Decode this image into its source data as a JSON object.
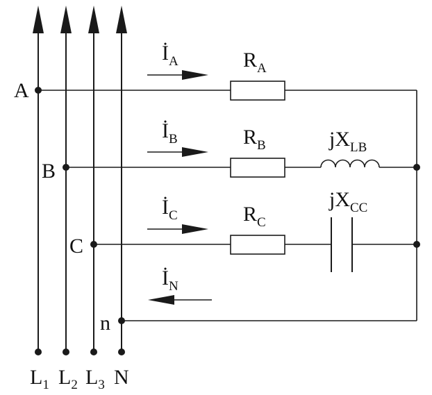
{
  "lines": {
    "l1": {
      "base": "L",
      "sub": "1"
    },
    "l2": {
      "base": "L",
      "sub": "2"
    },
    "l3": {
      "base": "L",
      "sub": "3"
    },
    "n": {
      "base": "N",
      "sub": ""
    }
  },
  "nodes": {
    "a": "A",
    "b": "B",
    "c": "C",
    "n": "n"
  },
  "currents": {
    "ia": {
      "base": "İ",
      "sub": "A"
    },
    "ib": {
      "base": "İ",
      "sub": "B"
    },
    "ic": {
      "base": "İ",
      "sub": "C"
    },
    "in": {
      "base": "İ",
      "sub": "N"
    }
  },
  "components": {
    "ra": {
      "base": "R",
      "sub": "A"
    },
    "rb": {
      "base": "R",
      "sub": "B"
    },
    "rc": {
      "base": "R",
      "sub": "C"
    },
    "xlb": {
      "base": "jX",
      "sub": "LB"
    },
    "xcc": {
      "base": "jX",
      "sub": "CC"
    }
  },
  "colors": {
    "stroke": "#1a1a1a",
    "background": "#ffffff"
  },
  "icons": [
    "arrow-up-icon",
    "arrow-right-icon",
    "arrow-left-icon",
    "resistor-icon",
    "inductor-icon",
    "capacitor-icon"
  ]
}
